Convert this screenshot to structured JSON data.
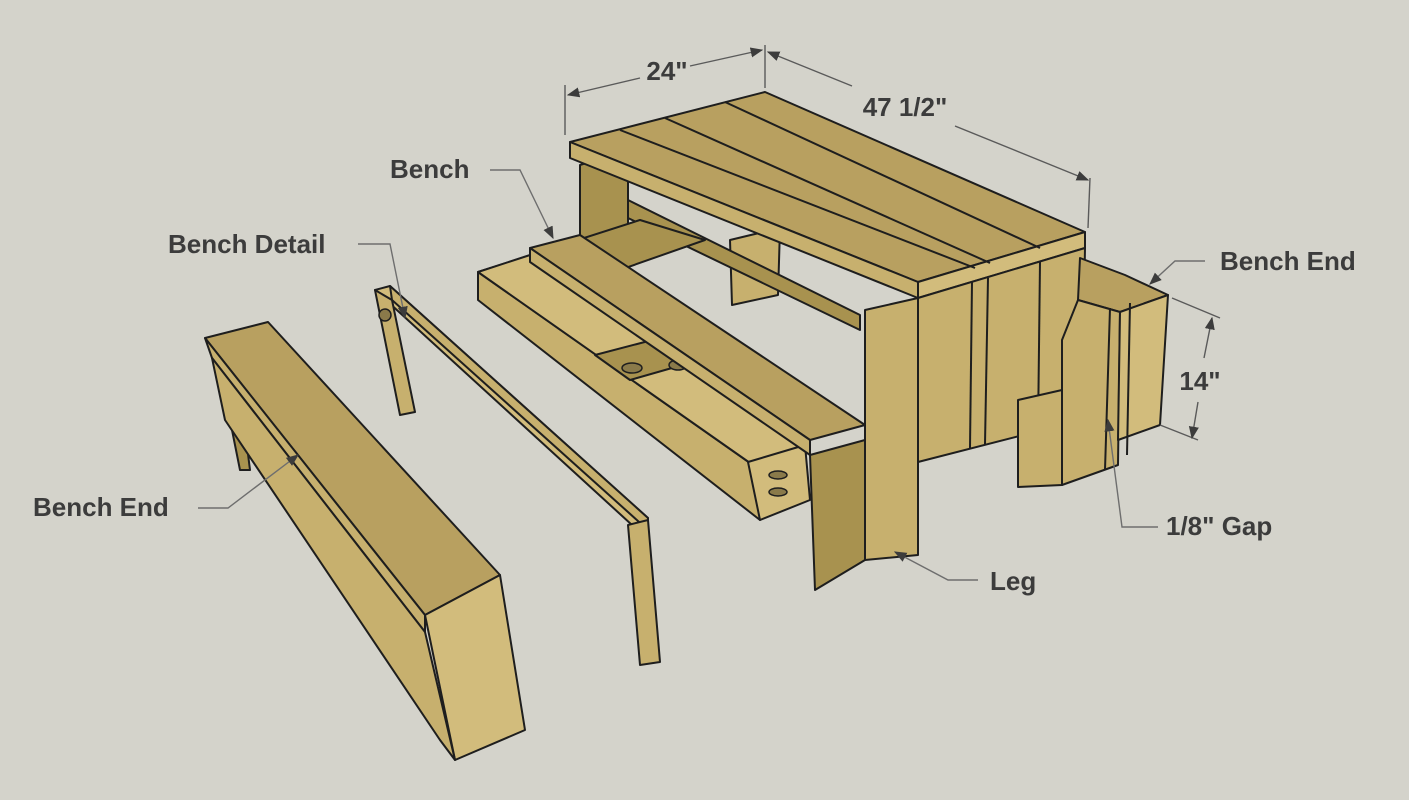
{
  "colors": {
    "background": "#d4d3cb",
    "wood": "#c7b06e",
    "wood_light": "#d2bc7c",
    "wood_dark": "#a8924f",
    "outline": "#1e1e1e",
    "label_text": "#3c3c3c"
  },
  "labels": {
    "bench": "Bench",
    "bench_detail": "Bench Detail",
    "bench_end_right": "Bench End",
    "bench_end_left": "Bench End",
    "gap": "1/8\" Gap",
    "leg": "Leg"
  },
  "dimensions": {
    "width": "24\"",
    "length": "47 1/2\"",
    "height": "14\""
  }
}
